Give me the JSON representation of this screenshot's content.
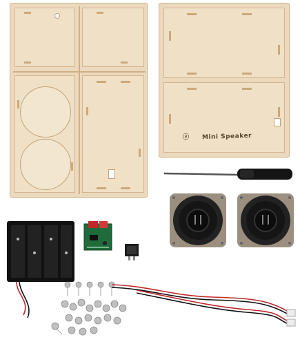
{
  "product": {
    "engraving_text": "Mini Speaker"
  },
  "colors": {
    "wood": "#ecd9bd",
    "wood_edge": "#cdb089",
    "speaker_cone": "#1a1a1a",
    "wire_red": "#c0282b",
    "battery_holder": "#111111",
    "pcb_green": "#1f6b3a"
  },
  "items": [
    "left-wood-panel-sheet",
    "right-wood-panel-sheet",
    "screwdriver",
    "speaker-left",
    "speaker-right",
    "battery-holder",
    "amplifier-board",
    "rocker-switch",
    "screws",
    "speaker-wires"
  ]
}
